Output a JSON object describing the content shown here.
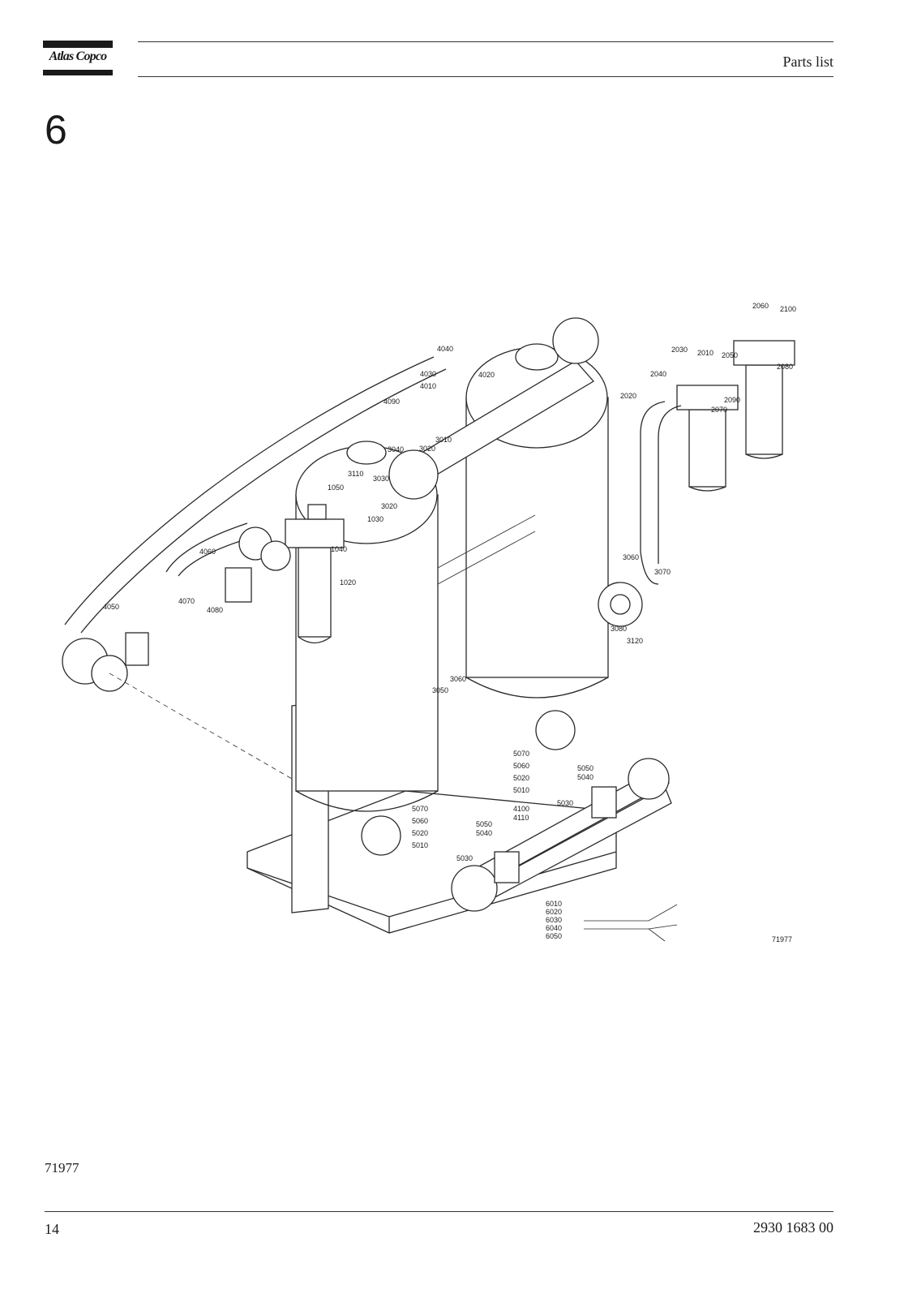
{
  "header": {
    "brand": "Atlas Copco",
    "title": "Parts list"
  },
  "section": {
    "number": "6"
  },
  "figure": {
    "id": "71977",
    "labels": [
      "2060",
      "2100",
      "2010",
      "2050",
      "2030",
      "2080",
      "2040",
      "2020",
      "2090",
      "2070",
      "4040",
      "4030",
      "4020",
      "4010",
      "4090",
      "3010",
      "3040",
      "3020",
      "3110",
      "3030",
      "1050",
      "3020",
      "1030",
      "1040",
      "1020",
      "4060",
      "4070",
      "4080",
      "4050",
      "3060",
      "3070",
      "3080",
      "3120",
      "3060",
      "3050",
      "5070",
      "5060",
      "5050",
      "5040",
      "5020",
      "5010",
      "4100",
      "4110",
      "5030",
      "5070",
      "5060",
      "5050",
      "5040",
      "5020",
      "5010",
      "5030",
      "6010",
      "6020",
      "6030",
      "6040",
      "6050"
    ]
  },
  "caption": {
    "figure_number": "71977"
  },
  "footer": {
    "page_number": "14",
    "document_number": "2930 1683 00"
  }
}
